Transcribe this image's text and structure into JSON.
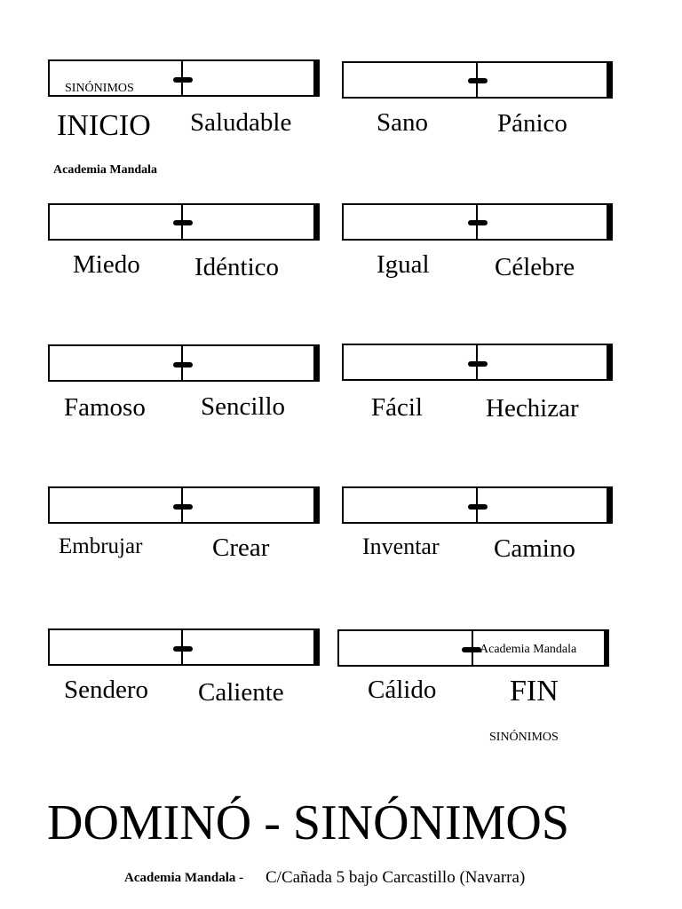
{
  "title": "DOMINÓ - SINÓNIMOS",
  "header_watermark": "Academia Mandala",
  "tile1_label": "SINÓNIMOS",
  "tile10_label": "Academia Mandala",
  "bottom_label": "SINÓNIMOS",
  "footer": {
    "academy": "Academia Mandala -",
    "address": "C/Cañada 5 bajo Carcastillo (Navarra)"
  },
  "tiles": [
    {
      "left": "INICIO",
      "right": "Saludable"
    },
    {
      "left": "Sano",
      "right": "Pánico"
    },
    {
      "left": "Miedo",
      "right": "Idéntico"
    },
    {
      "left": "Igual",
      "right": "Célebre"
    },
    {
      "left": "Famoso",
      "right": "Sencillo"
    },
    {
      "left": "Fácil",
      "right": "Hechizar"
    },
    {
      "left": "Embrujar",
      "right": "Crear"
    },
    {
      "left": "Inventar",
      "right": "Camino"
    },
    {
      "left": "Sendero",
      "right": "Caliente"
    },
    {
      "left": "Cálido",
      "right": "FIN"
    }
  ]
}
